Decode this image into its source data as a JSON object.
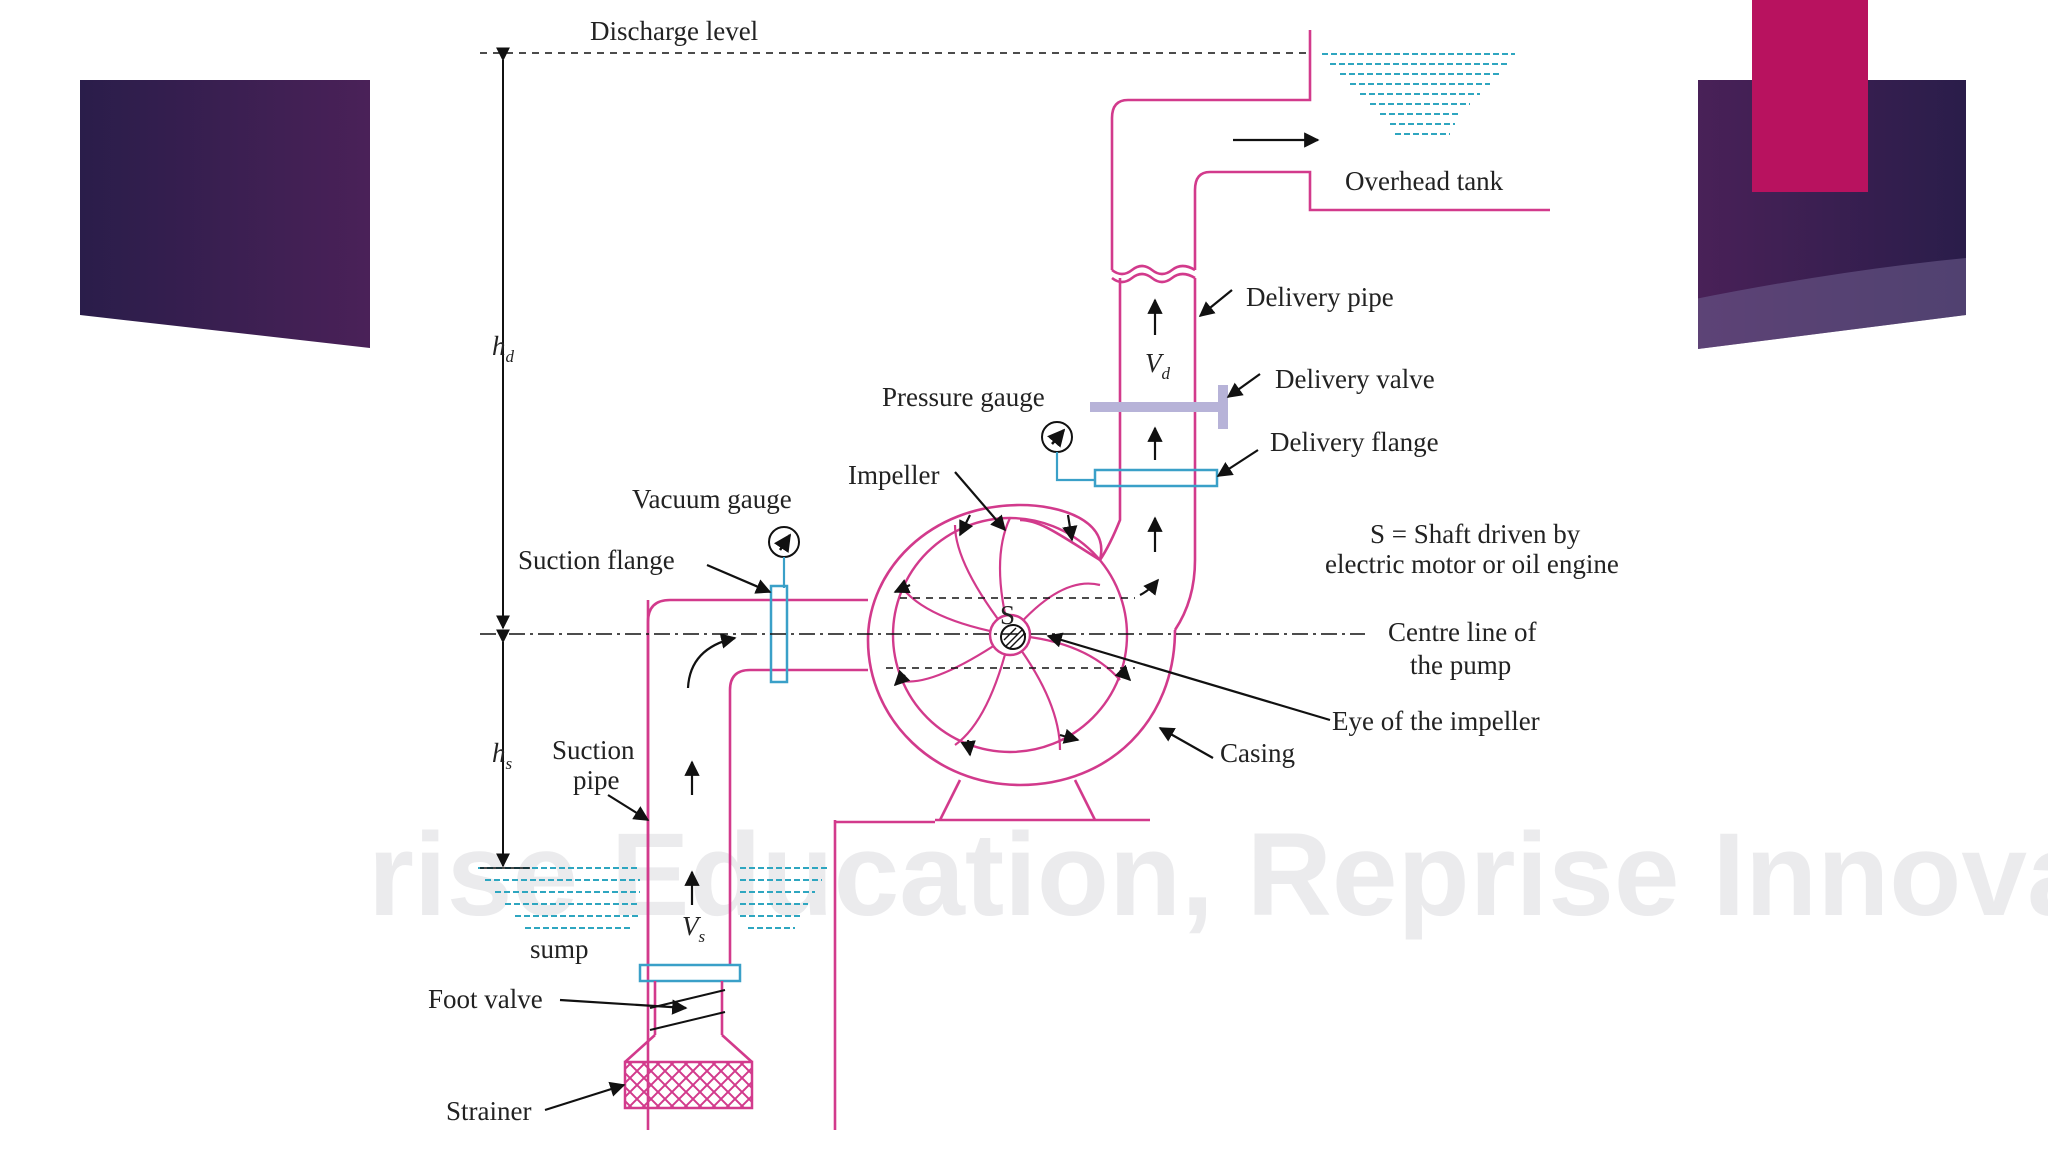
{
  "slide": {
    "colors": {
      "band_dark": "#2a1d4a",
      "band_purple": "#4a2158",
      "accent_magenta": "#b8125f",
      "pipe_pink": "#d23a8c",
      "flange_blue": "#3aa0c8",
      "water_blue": "#2ea6c0",
      "valve_lavender": "#b7b3d8"
    },
    "watermark": "rise Education, Reprise Innovati"
  },
  "diagram": {
    "labels": {
      "discharge_level": "Discharge level",
      "overhead_tank": "Overhead tank",
      "delivery_pipe": "Delivery pipe",
      "delivery_valve": "Delivery valve",
      "delivery_flange": "Delivery flange",
      "pressure_gauge": "Pressure gauge",
      "impeller": "Impeller",
      "vacuum_gauge": "Vacuum gauge",
      "suction_flange": "Suction flange",
      "shaft_note_1": "S = Shaft driven by",
      "shaft_note_2": "electric motor or oil engine",
      "centre_line_1": "Centre line of",
      "centre_line_2": "the pump",
      "eye_of_impeller": "Eye of the impeller",
      "casing": "Casing",
      "suction_pipe_1": "Suction",
      "suction_pipe_2": "pipe",
      "sump": "sump",
      "foot_valve": "Foot valve",
      "strainer": "Strainer",
      "h_d": "h",
      "h_d_sub": "d",
      "h_s": "h",
      "h_s_sub": "s",
      "v_d": "V",
      "v_d_sub": "d",
      "v_s": "V",
      "v_s_sub": "s",
      "shaft": "S"
    }
  }
}
